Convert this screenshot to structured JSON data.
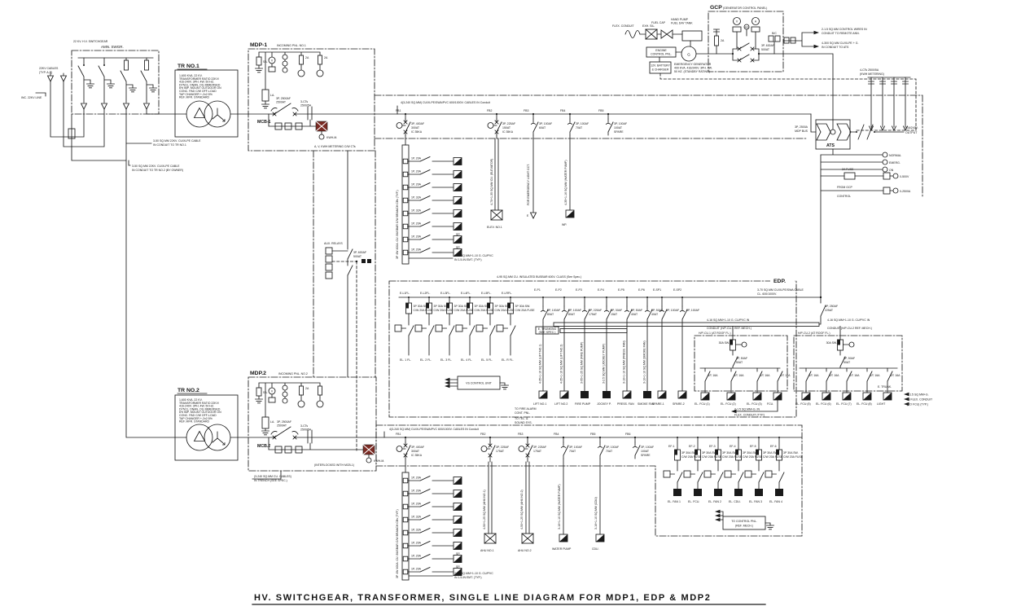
{
  "title": "HV. SWITCHGEAR, TRANSFORMER, SINGLE LINE DIAGRAM FOR MDP1, EDP & MDP2",
  "shared": {
    "b20": "1P, 20A",
    "b32": "1P, 32A",
    "sp": "SP.",
    "kwh": "KWH-M.",
    "vm": "V",
    "am": "A",
    "hz": "Hz"
  },
  "hv": {
    "header": "22 KV. H.V. SWITCHGEAR",
    "name": "AMN. SWGR.",
    "cable1": "22KV CABLES",
    "cable2": "(TYP. A-B)",
    "incoming": "INC. 22KV LINE",
    "n1a": "3-50 SQ.MM 22KV. CU/XLPE CABLE",
    "n1b": "IN CONDUIT TO TR NO.1",
    "n2a": "3-50 SQ.MM 22KV. CU/XLPE CABLE",
    "n2b": "IN CONDUIT TO TR NO.2 (BY OWNER)"
  },
  "tr1": {
    "name": "TR NO.1",
    "s": [
      "1,600 KVA. 22 KV.",
      "TRANSFORMER RATIO 22KV/",
      "416-240V. 3PH. 4W. 50 HZ.",
      "DYN11, ONAN, OIL IMMERSED",
      "6% IMP. MOUNT OUTDOOR ON",
      "CONC. PAD C/W OFF-LOAD",
      "TAP CHANGER +-2x2.5%",
      "REF. MFR. STANDARD"
    ]
  },
  "tr2": {
    "name": "TR NO.2",
    "s": [
      "1,600 KVA. 22 KV.",
      "TRANSFORMER RATIO 22KV/",
      "416-240V. 3PH. 4W. 50 HZ.",
      "DYN11, ONAN, OIL IMMERSED",
      "6% IMP. MOUNT OUTDOOR ON",
      "CONC. PAD C/W OFF-LOAD",
      "TAP CHANGER +-2x2.5%",
      "REF. MFR. STANDARD"
    ]
  },
  "mdp1": {
    "name": "MDP-1",
    "suffix": "INCOMING PNL. NO.1",
    "sa": "SA.",
    "la": "LA.",
    "fu": "2A",
    "mcb": "MCB-1",
    "mr1": "3P, 2500AF",
    "mr2": "2500AT",
    "ct1": "3-CTs",
    "ct2": "2500/5A",
    "note": "A, V, KWH METERING C/W CTs"
  },
  "mdp2": {
    "name": "MDP.2",
    "suffix": "INCOMING PNL. NO.2",
    "sa": "SA.",
    "la": "LA.",
    "fu": "2A",
    "mcb": "MCB.2",
    "mr1": "3P, 2500AF",
    "mr2": "2500AT",
    "ct1": "3-CTs",
    "ct2": "2500/5A",
    "note": "(INTERLOCKED WITH MCB-1)",
    "bn1": "(3-240 SQ.MM CU. CABLES)",
    "bn2": "IN TRENCH (SEE SPEC.)"
  },
  "gen": {
    "flex": "FLEX. CONDUIT",
    "sil": "EXH. SIL.",
    "cap": "FUEL CAP",
    "hp1": "HAND PUMP",
    "hp2": "FUEL DAY TANK",
    "ecp1": "ENGINE",
    "ecp2": "CONTROL PNL.",
    "bat1": "12V. BATTERY",
    "bat2": "& CHARGER",
    "g": "G",
    "g1": "EMERGENCY GENERATOR",
    "g2": "400 KVA. 416/240V. 3PH. 4W.",
    "g3": "50 HZ. (STANDBY RATING)"
  },
  "gcp": {
    "name": "GCP",
    "suffix": "(GENERATOR CONTROL PANEL)",
    "fu": "2A",
    "bc": "B/C",
    "r1": "3P, 630AF",
    "r2": "500AT",
    "n1a": "2-1.5 SQ.MM CONTROL WIRES IN",
    "n1b": "CONDUIT TO REMOTE ANN.",
    "n2a": "4-300 SQ.MM CU/XLPE + G.",
    "n2b": "IN CONDUIT TO ATS"
  },
  "ats": {
    "name": "ATS",
    "in1": "3P, 2500A",
    "in2": "MDP BUS",
    "ct1": "4-CTs 2500/5A",
    "ct2": "(KWH METERING)",
    "out1": "416/240V.",
    "out2": "OUTPUT",
    "l1": "NORMAL",
    "l2": "EMERG.",
    "l3": "ON",
    "fuse": "2A FUSE",
    "m1": "0-500V",
    "m2": "0-2500A",
    "r2a": "FROM GCP",
    "r2b": "CONTROL"
  },
  "m1": {
    "note": "4(3-240 SQ.MM) CU/XLPE/SWA/PVC 600/1000V. CABLES IN Conduit",
    "f": [
      {
        "tap": "FB1",
        "r1": "3P, 400AF",
        "r2": "300AT",
        "r3": "IC 35KA"
      },
      {
        "tap": "FB2",
        "r1": "3P, 225AF",
        "r2": "150AT",
        "r3": "IC 35KA"
      },
      {
        "tap": "FB3",
        "r1": "3P, 100AF",
        "r2": "60AT",
        "r3": ""
      },
      {
        "tap": "FB4",
        "r1": "3P, 100AF",
        "r2": "70AT",
        "r3": ""
      },
      {
        "tap": "FB5",
        "r1": "3P, 100AF",
        "r2": "100AT",
        "r3": "SPARE"
      }
    ],
    "side": "3P 4W 400A. CU. BUSBAR C/W BRANCH CBs (TYP.)",
    "n1": "2-16 SQ.MM+1-10 G. CU/PVC",
    "n2": "IN 1.5-IN EMT. (TYP.)",
    "v2": "4-70+1-35 SQ.MM CU. (ELEVATOR)",
    "l2": "ELEV. NO.1",
    "v3": "FOR EMERGENCY LIGHT CCT.",
    "l3": "E",
    "v4": "4-35+1-16 SQ.MM (WATER PUMP)",
    "l4": "WP."
  },
  "m2": {
    "note": "4(3-240 SQ.MM) CU/XLPE/SWA/PVC 600/1000V. CABLES IN Conduit",
    "f": [
      {
        "tap": "FB1",
        "r1": "3P, 400AF",
        "r2": "300AT",
        "r3": "IC 35KA"
      },
      {
        "tap": "FB2",
        "r1": "3P, 225AF",
        "r2": "175AT",
        "r3": ""
      },
      {
        "tap": "FB3",
        "r1": "3P, 225AF",
        "r2": "175AT",
        "r3": ""
      },
      {
        "tap": "FB4",
        "r1": "3P, 100AF",
        "r2": "70AT",
        "r3": ""
      },
      {
        "tap": "FB5",
        "r1": "3P, 100AF",
        "r2": "70AT",
        "r3": ""
      },
      {
        "tap": "FB6",
        "r1": "3P, 100AF",
        "r2": "100AT",
        "r3": "SPARE"
      }
    ],
    "side": "3P 4W 400A. CU. BUSBAR C/W BRANCH CBs (TYP.)",
    "n1": "2-16 SQ.MM+1-10 G. CU/PVC",
    "n2": "IN 1.5-IN EMT. (TYP.)",
    "v2": "4-50+1-25 SQ.MM (AHU NO.1)",
    "l2": "AHU NO.1",
    "v3": "4-50+1-25 SQ.MM (AHU NO.2)",
    "l3": "AHU NO.2",
    "v4": "3-16+1-10 SQ.MM (WATER PUMP)",
    "l4": "WATER PUMP",
    "v5": "3-16+1-10 SQ.MM (CDU)",
    "l5": "CDU."
  },
  "edp": {
    "name": "EDP.",
    "busnote": "4-95 SQ.MM CU. INSULATED BUSBAR 600V. CLASS (See Spec.)",
    "in1": "3-70 SQ.MM CU/XLPE/SWA CABLE",
    "in2": "CL. 600/1000V.",
    "ir1": "3P, 250AF",
    "ir2": "225AT",
    "fsw1": "3P 30A SW.",
    "fsw2": "C/W 20A FUSE",
    "lf": [
      {
        "label": "E-L1FL.",
        "load": "EL. 1 FL."
      },
      {
        "label": "E-L2FL.",
        "load": "EL. 2 FL."
      },
      {
        "label": "E-L3FL.",
        "load": "EL. 3 FL."
      },
      {
        "label": "E-L4FL.",
        "load": "EL. 4 FL."
      },
      {
        "label": "E-L5FL.",
        "load": "EL. 5 FL."
      },
      {
        "label": "E-LRFL.",
        "load": "EL. R FL."
      }
    ],
    "rf": [
      {
        "label": "E-P1",
        "r1": "3P, 100AF",
        "r2": "80AT",
        "v": "4-35+1-16 SQ.MM (LIFT NO.1)",
        "load": "LIFT NO.1"
      },
      {
        "label": "E-P2",
        "r1": "3P, 100AF",
        "r2": "80AT",
        "v": "4-35+1-16 SQ.MM (LIFT NO.2)",
        "load": "LIFT NO.2"
      },
      {
        "label": "E-P3",
        "r1": "3P, 225AF",
        "r2": "175AT",
        "v": "3-95+1-25 SQ.MM (FIRE PUMP)",
        "load": "FIRE PUMP"
      },
      {
        "label": "E-P4",
        "r1": "3P, 30AF",
        "r2": "15AT",
        "v": "3-2.5 SQ.MM (JOCKEY PUMP)",
        "load": "JOCKEY P."
      },
      {
        "label": "E-P5",
        "r1": "3P, 50AF",
        "r2": "40AT",
        "v": "3-10+1-10 SQ.MM (PRESS. FAN)",
        "load": "PRESS. FAN"
      },
      {
        "label": "E-P6",
        "r1": "3P, 50AF",
        "r2": "40AT",
        "v": "3-10+1-10 SQ.MM (SMOKE FAN)",
        "load": "SMOKE FAN"
      },
      {
        "label": "E-SP1",
        "r1": "3P, 100AF",
        "r2": "80AT",
        "v": "",
        "load": "SPARE-1"
      },
      {
        "label": "E-SP2",
        "r1": "3P, 100AF",
        "r2": "80AT",
        "v": "",
        "load": "SPARE-2"
      }
    ],
    "vs": "VS CONTROL UNIT",
    "trunk1": "E. TRUNKING",
    "trunk2": "(SEE SPEC.)",
    "fa1": "TO FIRE ALARM",
    "fa2": "CONT. PNL.",
    "tel1": "TO TEL. &",
    "tel2": "SOUND SYS."
  },
  "hp1": {
    "title": "H/P-CU.1 (AT ROOF FL.)",
    "n1": "4-16 SQ.MM+1-10 G. CU/PVC IN",
    "n2": "CONDUIT (H/P-CU.1 REF. MECH.)",
    "fsw": "30A SW.",
    "r1": "3P, 50AF",
    "r2": "50AT",
    "d": "1P, 16A",
    "loads": [
      "EL. FCU (1)",
      "EL. FCU (2)",
      "EL. FCU (3)",
      "FCU."
    ],
    "n3": "2-1.5 SQ.MM+G. IN",
    "n4": "FLEX. CONDUIT (TYP.)"
  },
  "hp2": {
    "title": "H/P-CU.2 (AT ROOF FL.)",
    "n1": "4-16 SQ.MM+1-10 G. CU/PVC IN",
    "n2": "CONDUIT (H/P-CU.2 REF. MECH.)",
    "fsw": "30A SW.",
    "r1": "3P, 50AF",
    "r2": "50AT",
    "d": "1P, 16A",
    "loads": [
      "EL. FCU (5)",
      "EL. FCU (6)",
      "EL. FCU (7)",
      "EL. FCU (8)",
      "LIGHT"
    ],
    "s1": "2-1.5 SQ.MM+G.",
    "s2": "IN FLEX. CONDUIT",
    "s3": "(TO FCU) (TYP.)",
    "trunk": "E. TRUNK."
  },
  "ep": {
    "fa": "3P 30A SW.",
    "fb": "C/W 20A FUSE",
    "c1": "TO CONTROL PNL.",
    "c2": "(REF. MECH.)",
    "f": [
      {
        "tap": "EF-1",
        "load": "EL. FAN 1"
      },
      {
        "tap": "EF-2",
        "load": "EL. FCU."
      },
      {
        "tap": "EF-3",
        "load": "EL. FAN 2"
      },
      {
        "tap": "EF-4",
        "load": "EL. CDU."
      },
      {
        "tap": "EF-5",
        "load": "EL. FAN 3"
      },
      {
        "tap": "EF-6",
        "load": "EL. FAN 4"
      }
    ]
  },
  "tie": {
    "r1": "3P, 600AF",
    "r2": "500AT",
    "aux": "AUX. RELAYS"
  }
}
